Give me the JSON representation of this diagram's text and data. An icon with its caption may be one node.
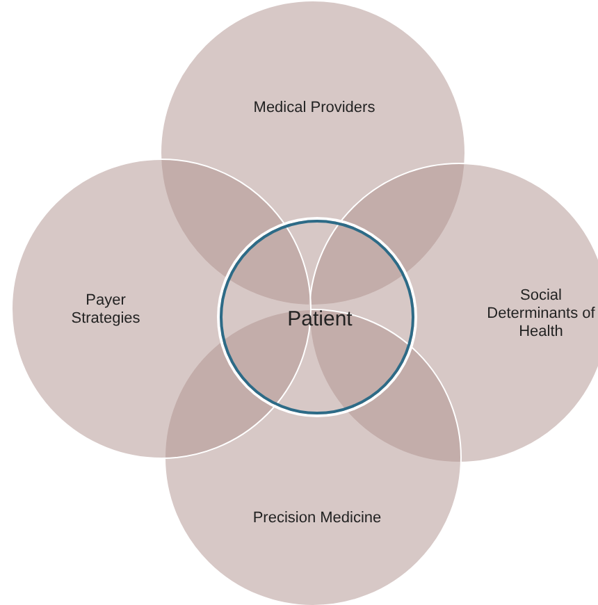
{
  "diagram": {
    "nodes": [
      {
        "text": [
          "Medical Providers"
        ]
      },
      {
        "text": [
          "Social Determinants of Health"
        ]
      },
      {
        "text": [
          "Precision Medicine"
        ]
      },
      {
        "text": [
          "Payer Strategies"
        ]
      },
      {
        "text": [
          "Patient"
        ]
      }
    ]
  }
}
